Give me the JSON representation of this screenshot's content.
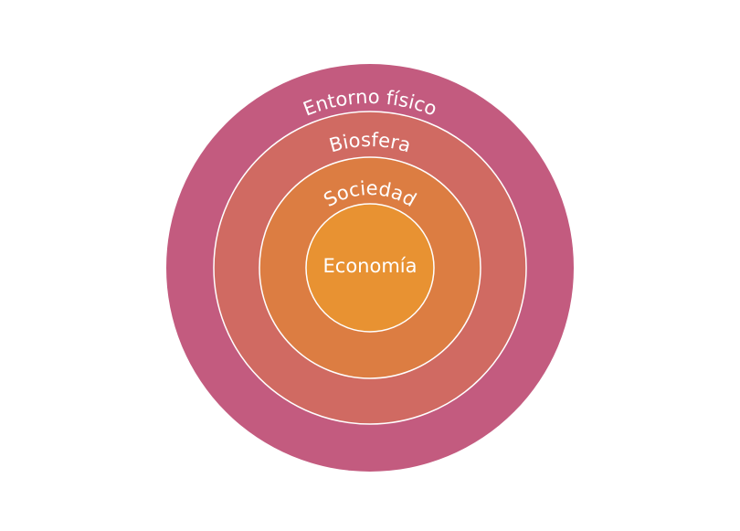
{
  "diagram": {
    "type": "nested-circles",
    "rings": [
      {
        "label": "Entorno físico",
        "color": "#c35b7f"
      },
      {
        "label": "Biosfera",
        "color": "#d06a62"
      },
      {
        "label": "Sociedad",
        "color": "#dc7d42"
      },
      {
        "label": "Economía",
        "color": "#e89232"
      }
    ],
    "border_color": "#ffffff"
  }
}
